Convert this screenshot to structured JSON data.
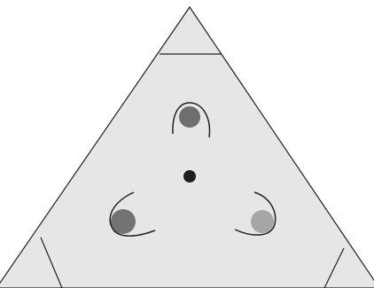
{
  "diagram": {
    "colors": {
      "background": "#ffffff",
      "triangle_fill": "#e6e6e6",
      "outline": "#222222",
      "center_dot": "#1e1e1e",
      "ball_top": "#6e6e6e",
      "ball_left": "#737373",
      "ball_right": "#a6a6a6"
    },
    "balls": [
      {
        "position": "top",
        "fill": "#6e6e6e"
      },
      {
        "position": "bottom-left",
        "fill": "#737373"
      },
      {
        "position": "bottom-right",
        "fill": "#a6a6a6"
      }
    ]
  }
}
